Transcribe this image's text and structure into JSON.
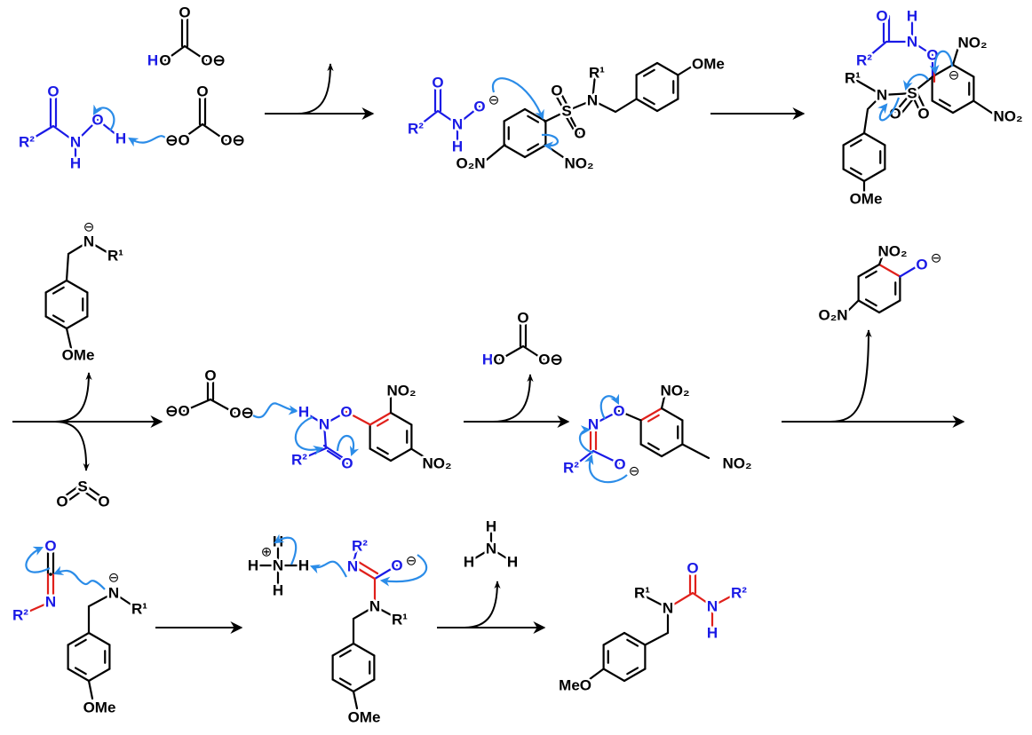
{
  "labels": {
    "O": "O",
    "N": "N",
    "H": "H",
    "S": "S",
    "O_minus": "O⊖",
    "minus_O": "⊖O",
    "R1": "R¹",
    "R2": "R²",
    "NO2": "NO₂",
    "O2N": "O₂N",
    "OMe": "OMe",
    "MeO": "MeO",
    "minus": "⊖",
    "plus": "⊕"
  },
  "colors": {
    "bond": "#000000",
    "reacting_group": "#1a1ae6",
    "electron_arrow": "#2b8ce8",
    "new_bond": "#e0201b"
  }
}
